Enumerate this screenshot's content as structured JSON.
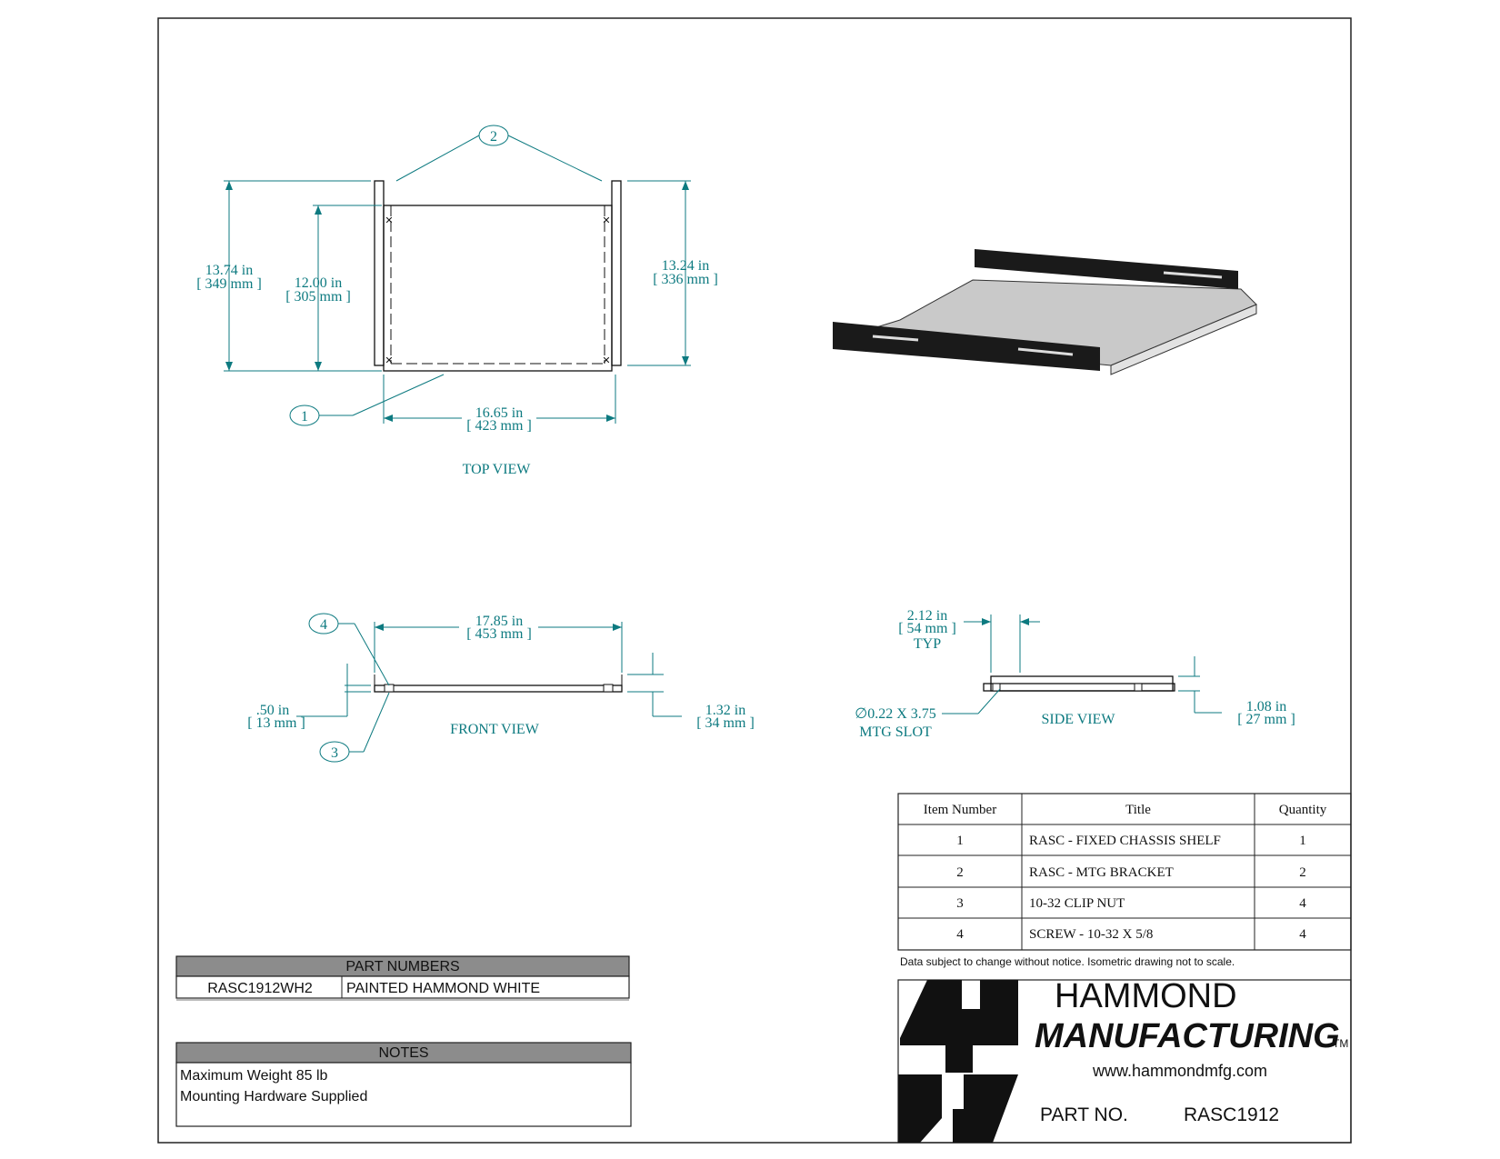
{
  "views": {
    "top": "TOP VIEW",
    "front": "FRONT VIEW",
    "side": "SIDE VIEW"
  },
  "dimensions": {
    "top_height_overall": [
      "13.74 in",
      "[ 349 mm ]"
    ],
    "top_height_inner": [
      "12.00 in",
      "[ 305 mm ]"
    ],
    "top_height_right": [
      "13.24 in",
      "[ 336 mm ]"
    ],
    "top_width": [
      "16.65 in",
      "[ 423 mm ]"
    ],
    "front_width": [
      "17.85 in",
      "[ 453 mm ]"
    ],
    "front_left": [
      ".50 in",
      "[ 13 mm ]"
    ],
    "front_right": [
      "1.32 in",
      "[ 34 mm ]"
    ],
    "side_typ": [
      "2.12 in",
      "[ 54 mm ]",
      "TYP"
    ],
    "side_slot": [
      "∅0.22 X 3.75",
      "MTG SLOT"
    ],
    "side_right": [
      "1.08 in",
      "[ 27 mm ]"
    ]
  },
  "balloons": [
    "1",
    "2",
    "3",
    "4"
  ],
  "bom": {
    "headers": [
      "Item Number",
      "Title",
      "Quantity"
    ],
    "rows": [
      [
        "1",
        "RASC - FIXED CHASSIS SHELF",
        "1"
      ],
      [
        "2",
        "RASC - MTG BRACKET",
        "2"
      ],
      [
        "3",
        "10-32 CLIP NUT",
        "4"
      ],
      [
        "4",
        "SCREW - 10-32 X 5/8",
        "4"
      ]
    ],
    "disclaimer": "Data subject to change without notice. Isometric drawing not to scale."
  },
  "part_numbers": {
    "header": "PART NUMBERS",
    "rows": [
      [
        "RASC1912WH2",
        "PAINTED HAMMOND WHITE"
      ]
    ]
  },
  "notes": {
    "header": "NOTES",
    "lines": [
      "Maximum Weight 85 lb",
      "Mounting Hardware Supplied"
    ]
  },
  "title_block": {
    "company_line1": "HAMMOND",
    "company_line2": "MANUFACTURING",
    "tm": "TM",
    "url": "www.hammondmfg.com",
    "part_no_label": "PART NO.",
    "part_no": "RASC1912"
  },
  "colors": {
    "dimension": "#0d7a80",
    "header_fill": "#8c8c8c",
    "bracket": "#1a1a1a",
    "shelf": "#c9c9c9"
  }
}
